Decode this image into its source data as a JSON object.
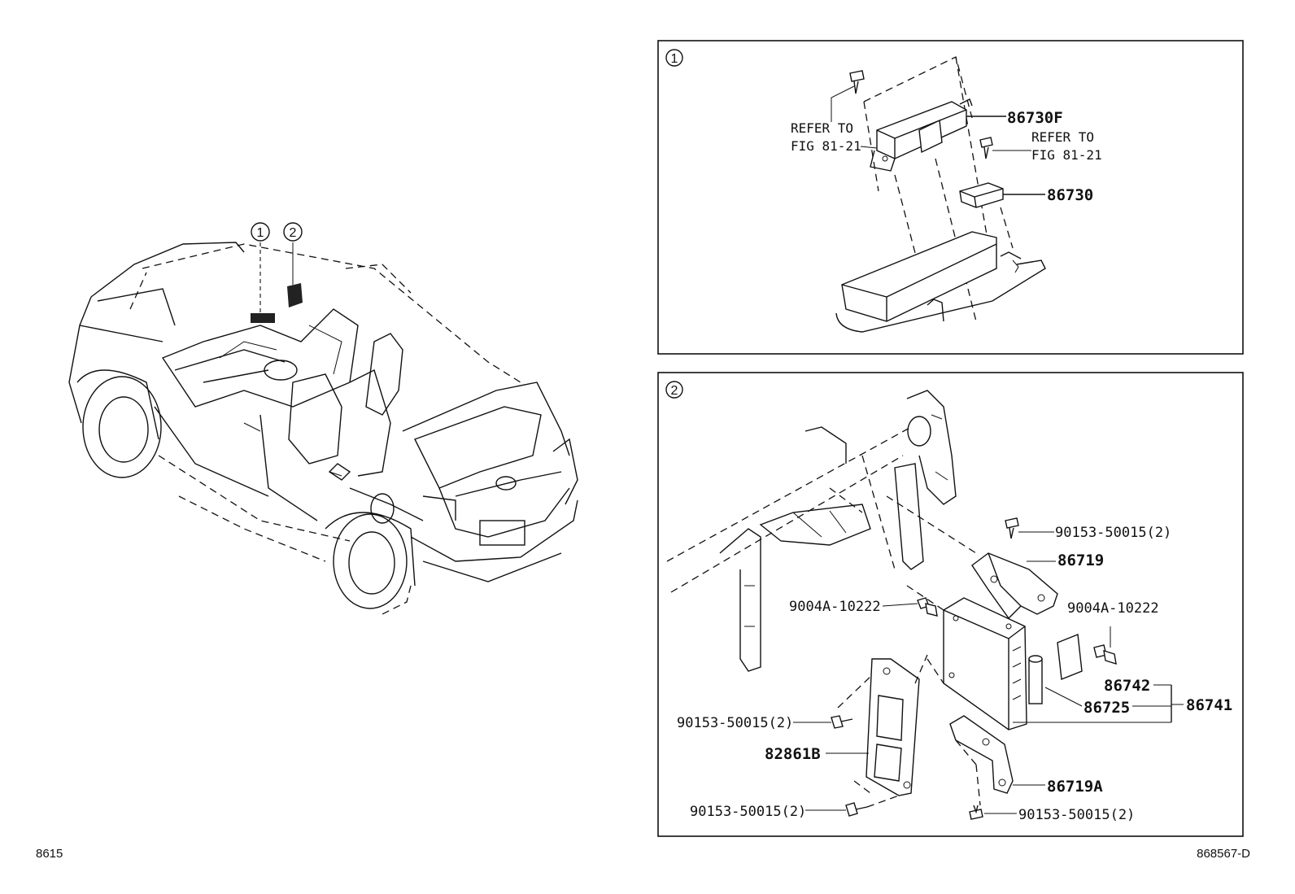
{
  "corners": {
    "left": "8615",
    "right": "868567-D"
  },
  "overview": {
    "marker1": "1",
    "marker2": "2"
  },
  "panel1": {
    "badge": "1",
    "part_86730F": "86730F",
    "part_86730": "86730",
    "ref_left_line1": "REFER TO",
    "ref_left_line2": "FIG 81-21",
    "ref_right_line1": "REFER TO",
    "ref_right_line2": "FIG 81-21"
  },
  "panel2": {
    "badge": "2",
    "screw_top": "90153-50015(2)",
    "part_86719": "86719",
    "bolt_left": "9004A-10222",
    "bolt_right": "9004A-10222",
    "part_86742": "86742",
    "part_86725": "86725",
    "part_86741": "86741",
    "screw_mid_left": "90153-50015(2)",
    "part_82861B": "82861B",
    "part_86719A": "86719A",
    "screw_bottom_left": "90153-50015(2)",
    "screw_bottom_right": "90153-50015(2)"
  }
}
